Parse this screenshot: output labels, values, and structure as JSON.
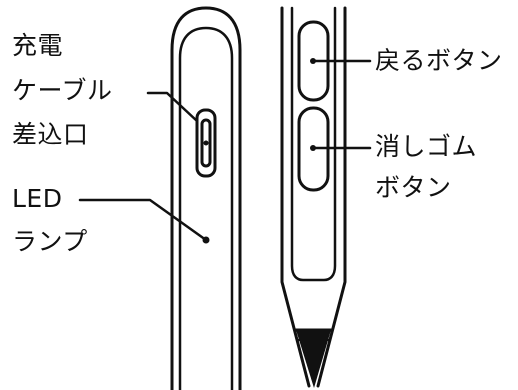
{
  "labels": {
    "charge_port": [
      "充電",
      "ケーブル",
      "差込口"
    ],
    "led_lamp": [
      "LED",
      "ランプ"
    ],
    "back_button": [
      "戻るボタン"
    ],
    "eraser_button": [
      "消しゴム",
      "ボタン"
    ]
  },
  "colors": {
    "outline": "#111111",
    "background": "#ffffff"
  }
}
